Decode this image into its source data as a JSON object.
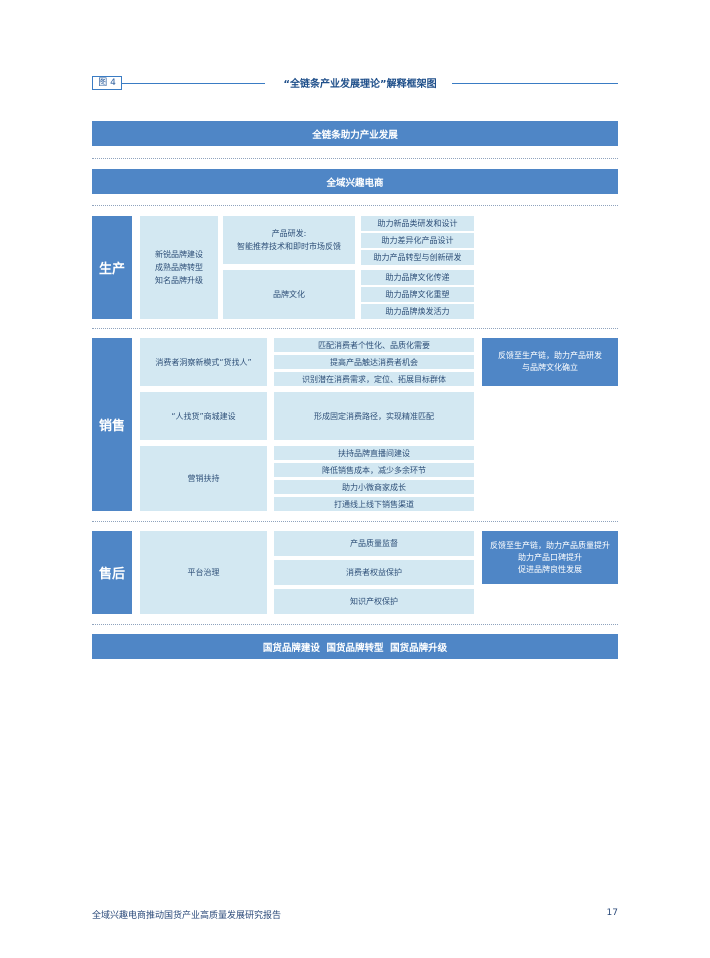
{
  "figure": {
    "tag": "图 4",
    "title": "“全链条产业发展理论”解释框架图"
  },
  "top_bar": "全链条助力产业发展",
  "second_bar": "全域兴趣电商",
  "bottom_bar": "国货品牌建设  国货品牌转型  国货品牌升级",
  "production": {
    "label": "生产",
    "brand_lines": [
      "新锐品牌建设",
      "成熟品牌转型",
      "知名品牌升级"
    ],
    "rd_lines": [
      "产品研发:",
      "智能推荐技术和即时市场反馈"
    ],
    "rd_items": [
      "助力新品类研发和设计",
      "助力差异化产品设计",
      "助力产品转型与创新研发"
    ],
    "culture_label": "品牌文化",
    "culture_items": [
      "助力品牌文化传递",
      "助力品牌文化重塑",
      "助力品牌焕发活力"
    ]
  },
  "sales": {
    "label": "销售",
    "mode1": "消费者洞察新模式“货找人”",
    "mode1_items": [
      "匹配消费者个性化、品质化需要",
      "提高产品触达消费者机会",
      "识别潜在消费需求，定位、拓展目标群体"
    ],
    "mode2": "“人找货”商城建设",
    "mode2_item": "形成固定消费路径，实现精准匹配",
    "mode3": "营销扶持",
    "mode3_items": [
      "扶持品牌直播间建设",
      "降低销售成本，减少多余环节",
      "助力小微商家成长",
      "打通线上线下销售渠道"
    ],
    "feedback_lines": [
      "反馈至生产链，助力产品研发",
      "与品牌文化确立"
    ]
  },
  "after_sales": {
    "label": "售后",
    "governance": "平台治理",
    "items": [
      "产品质量监督",
      "消费者权益保护",
      "知识产权保护"
    ],
    "feedback_lines": [
      "反馈至生产链，助力产品质量提升",
      "助力产品口碑提升",
      "促进品牌良性发展"
    ]
  },
  "footer": {
    "report": "全域兴趣电商推动国货产业高质量发展研究报告",
    "page": "17"
  }
}
